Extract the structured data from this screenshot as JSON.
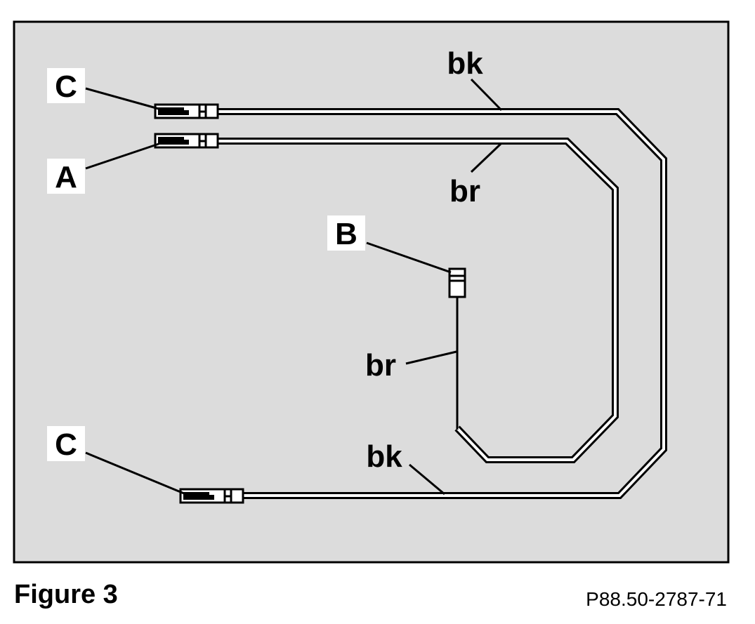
{
  "diagram": {
    "background_color": "#dcdcdc",
    "wire_color": "#000000",
    "wire_fill_color": "#ffffff",
    "callouts": {
      "c_top": "C",
      "a": "A",
      "b": "B",
      "c_bottom": "C"
    },
    "wire_labels": {
      "bk_top": "bk",
      "br_top": "br",
      "br_mid": "br",
      "bk_bottom": "bk"
    }
  },
  "caption": {
    "figure": "Figure 3",
    "reference": "P88.50-2787-71"
  }
}
